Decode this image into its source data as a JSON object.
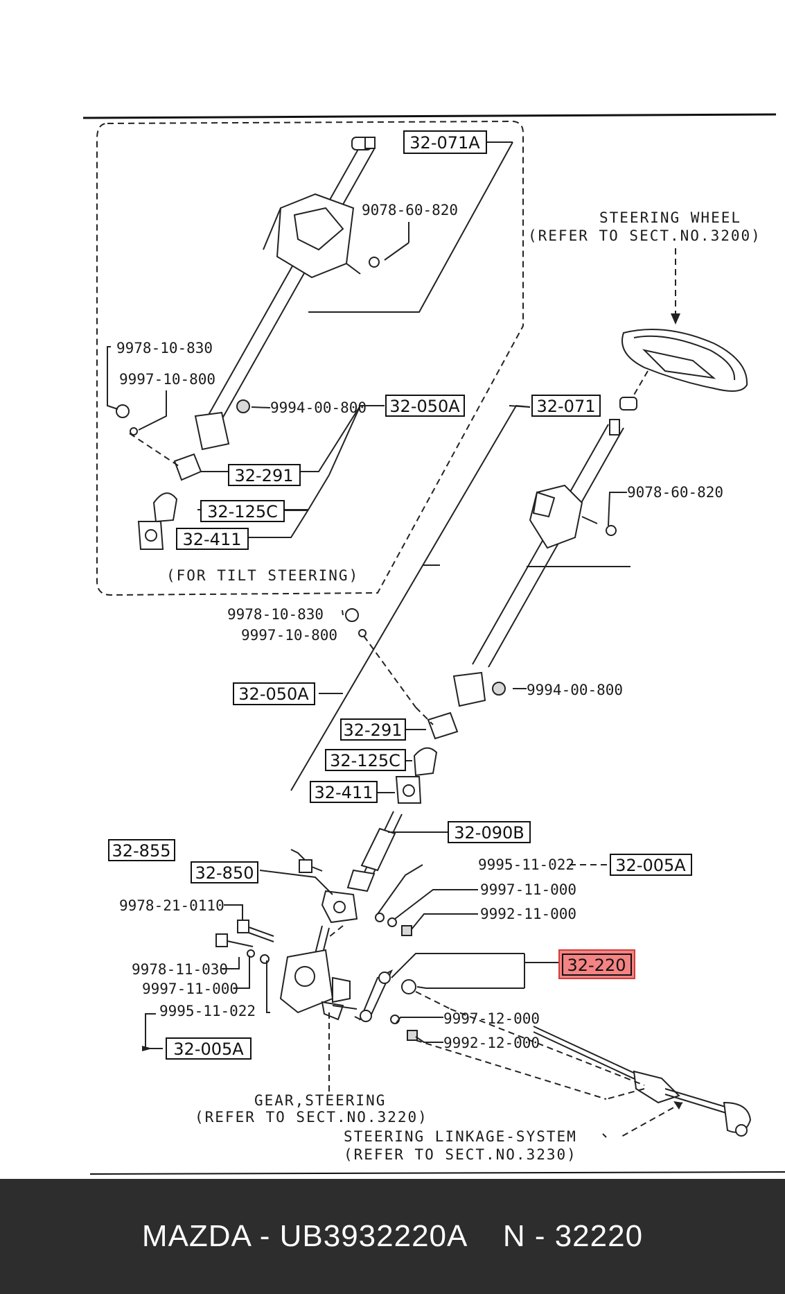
{
  "labels": {
    "p32_071A": "32-071A",
    "n9078_60_820_a": "9078-60-820",
    "steering_wheel_1": "STEERING WHEEL",
    "steering_wheel_2": "(REFER TO SECT.NO.3200)",
    "n9978_10_830_a": "9978-10-830",
    "n9997_10_800_a": "9997-10-800",
    "n9994_00_800_a": "9994-00-800",
    "p32_050A_a": "32-050A",
    "p32_071": "32-071",
    "p32_291_a": "32-291",
    "p32_125C_a": "32-125C",
    "p32_411_a": "32-411",
    "n9078_60_820_b": "9078-60-820",
    "tilt_note": "(FOR TILT STEERING)",
    "n9978_10_830_b": "9978-10-830",
    "n9997_10_800_b": "9997-10-800",
    "n9994_00_800_b": "9994-00-800",
    "p32_050A_b": "32-050A",
    "p32_291_b": "32-291",
    "p32_125C_b": "32-125C",
    "p32_411_b": "32-411",
    "p32_090B": "32-090B",
    "p32_855": "32-855",
    "p32_850": "32-850",
    "n9995_11_022_a": "9995-11-022",
    "p32_005A_a": "32-005A",
    "n9997_11_000_a": "9997-11-000",
    "n9992_11_000": "9992-11-000",
    "n9978_21_0110": "9978-21-0110",
    "p32_220": "32-220",
    "n9978_11_030": "9978-11-030",
    "n9997_11_000_b": "9997-11-000",
    "n9995_11_022_b": "9995-11-022",
    "n9997_12_000": "9997-12-000",
    "p32_005A_b": "32-005A",
    "n9992_12_000": "9992-12-000",
    "gear_1": "GEAR,STEERING",
    "gear_2": "(REFER TO SECT.NO.3220)",
    "linkage_1": "STEERING LINKAGE-SYSTEM",
    "linkage_2": "(REFER TO SECT.NO.3230)"
  },
  "highlight": {
    "part": "32-220",
    "color": "#f26d6d"
  },
  "footer": {
    "text": "MAZDA - UB3932220A    N - 32220"
  }
}
